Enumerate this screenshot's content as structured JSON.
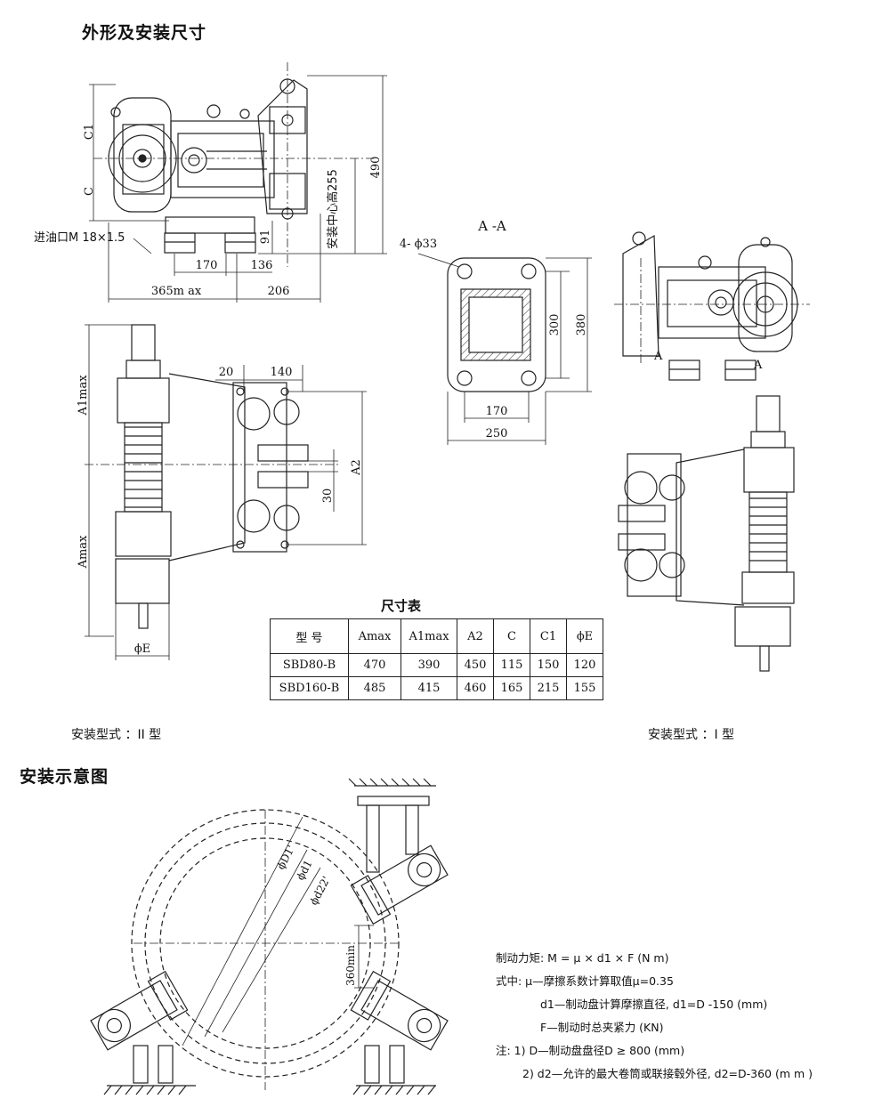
{
  "headings": {
    "outline": "外形及安装尺寸",
    "install": "安装示意图",
    "table_title": "尺寸表",
    "section_aa": "A -A"
  },
  "labels": {
    "oil_inlet": "进油口M 18×1.5",
    "center_height": "安装中心高255",
    "hole_spec": "4- ϕ33",
    "type_ii": "安装型式 ：II 型",
    "type_i": "安装型式 ：I 型",
    "phi_e": "ϕE",
    "a1max": "A1max",
    "amax": "Amax",
    "a2": "A2",
    "c": "C",
    "c1": "C1",
    "d1p": "ϕD1'",
    "d1": "ϕd1",
    "d2p": "ϕd22'",
    "min360": "360min",
    "sec_a_left": "A",
    "sec_a_right": "A"
  },
  "dims": {
    "d490": "490",
    "d91": "91",
    "d170": "170",
    "d136": "136",
    "d365": "365m ax",
    "d206": "206",
    "d20": "20",
    "d140": "140",
    "d30": "30",
    "d300": "300",
    "d380": "380",
    "d170b": "170",
    "d250": "250"
  },
  "table": {
    "headers": [
      "型 号",
      "Amax",
      "A1max",
      "A2",
      "C",
      "C1",
      "ϕE"
    ],
    "rows": [
      [
        "SBD80-B",
        "470",
        "390",
        "450",
        "115",
        "150",
        "120"
      ],
      [
        "SBD160-B",
        "485",
        "415",
        "460",
        "165",
        "215",
        "155"
      ]
    ]
  },
  "notes": {
    "line1": "制动力矩: M = μ × d1 × F (N m)",
    "line2": "式中: μ—摩擦系数计算取值μ=0.35",
    "line3": "d1—制动盘计算摩擦直径, d1=D -150 (mm)",
    "line4": "F—制动时总夹紧力 (KN)",
    "line5": "注: 1) D—制动盘盘径D ≥ 800 (mm)",
    "line6": "2) d2—允许的最大卷筒或联接毂外径, d2=D-360 (m m )"
  }
}
